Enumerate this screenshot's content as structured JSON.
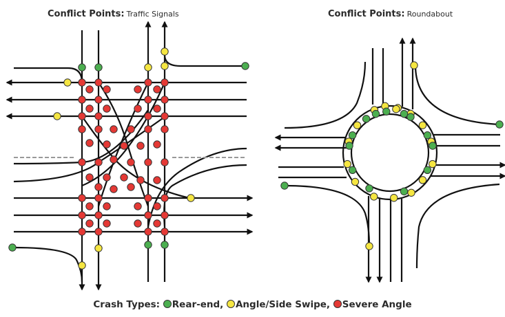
{
  "titles": {
    "left_bold": "Conflict Points:",
    "left_normal": "Traffic Signals",
    "right_bold": "Conflict Points:",
    "right_normal": "Roundabout"
  },
  "legend": {
    "prefix": "Crash Types:",
    "items": [
      {
        "label": "Rear-end,",
        "color": "#4caf50"
      },
      {
        "label": "Angle/Side Swipe,",
        "color": "#f5e642"
      },
      {
        "label": "Severe Angle",
        "color": "#e53935"
      }
    ]
  },
  "colors": {
    "line": "#111111",
    "dashed": "#999999",
    "rear_end": "#4caf50",
    "side_swipe": "#f5e642",
    "severe": "#e53935",
    "outline": "#333333"
  }
}
